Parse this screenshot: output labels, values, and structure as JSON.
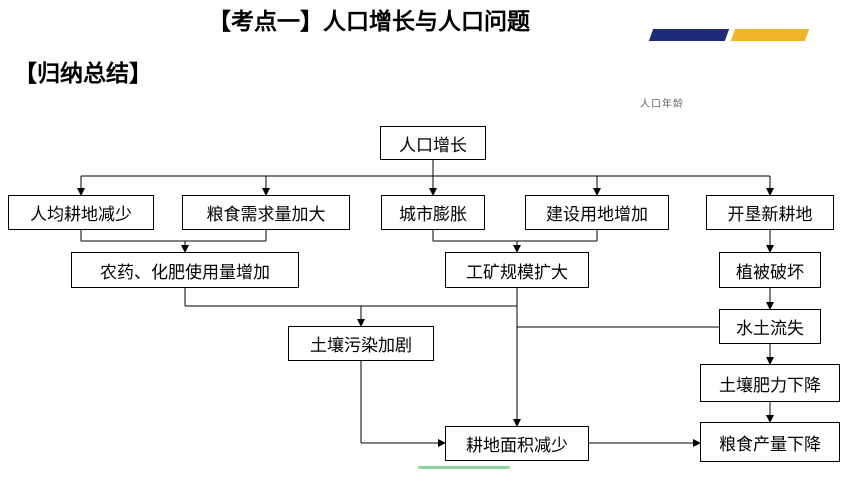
{
  "header": {
    "title": "【考点一】人口增长与人口问题",
    "summary": "【归纳总结】",
    "accent_colors": [
      "#1f2a78",
      "#f0b429"
    ],
    "fragment": "人口年龄"
  },
  "diagram": {
    "nodes": {
      "population_growth": "人口增长",
      "farmland_per_capita": "人均耕地减少",
      "grain_demand": "粮食需求量加大",
      "urban_expansion": "城市膨胀",
      "construction_land": "建设用地增加",
      "reclaim_land": "开垦新耕地",
      "pesticide_use": "农药、化肥使用量增加",
      "industry_expand": "工矿规模扩大",
      "vegetation_damage": "植被破坏",
      "soil_erosion": "水土流失",
      "soil_pollution": "土壤污染加剧",
      "soil_fertility": "土壤肥力下降",
      "farmland_decrease": "耕地面积减少",
      "grain_output": "粮食产量下降"
    }
  }
}
